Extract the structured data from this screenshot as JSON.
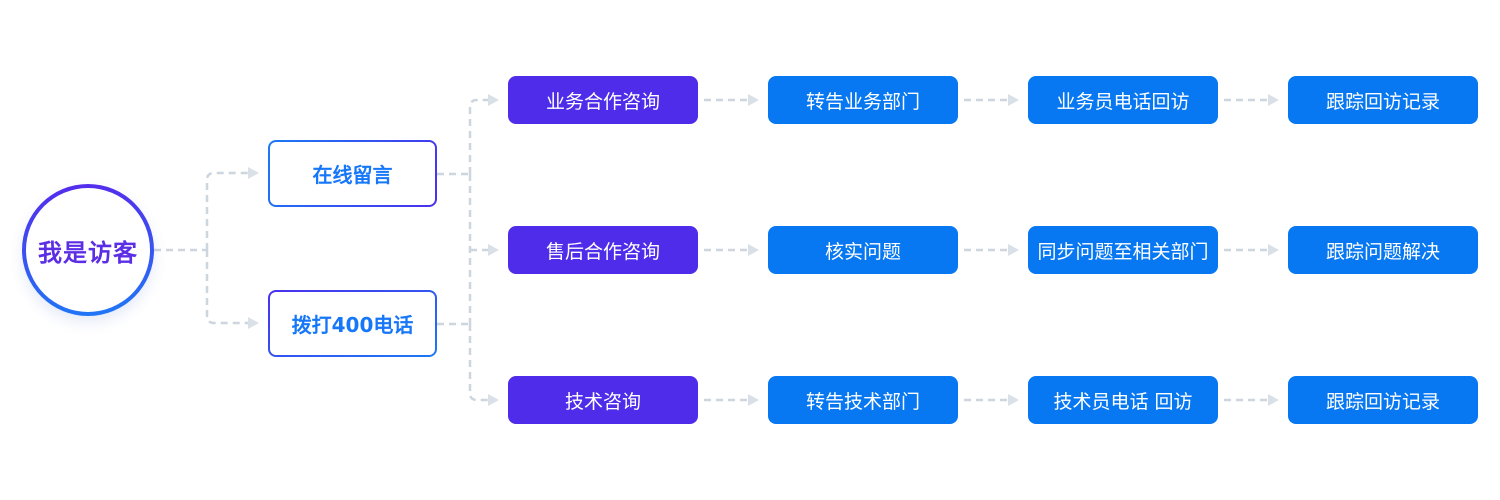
{
  "diagram": {
    "title": "visitor-service-flowchart",
    "root": {
      "label": "我是访客"
    },
    "channels": [
      {
        "label": "在线留言"
      },
      {
        "label": "拨打400电话"
      }
    ],
    "flows": [
      {
        "steps": [
          "业务合作咨询",
          "转告业务部门",
          "业务员电话回访",
          "跟踪回访记录"
        ]
      },
      {
        "steps": [
          "售后合作咨询",
          "核实问题",
          "同步问题至相关部门",
          "跟踪问题解决"
        ]
      },
      {
        "steps": [
          "技术咨询",
          "转告技术部门",
          "技术员电话 回访",
          "跟踪回访记录"
        ]
      }
    ],
    "colors": {
      "purple_node": "#4F2CEA",
      "blue_node": "#0778F2",
      "circle_text": "#5B2EE5",
      "channel_text": "#1677F8",
      "border_gradient_purple": "#4A30EE",
      "border_gradient_blue": "#1B7AF5",
      "connector_dash": "#CDD5DE",
      "arrowhead": "#D9E0E7"
    }
  }
}
